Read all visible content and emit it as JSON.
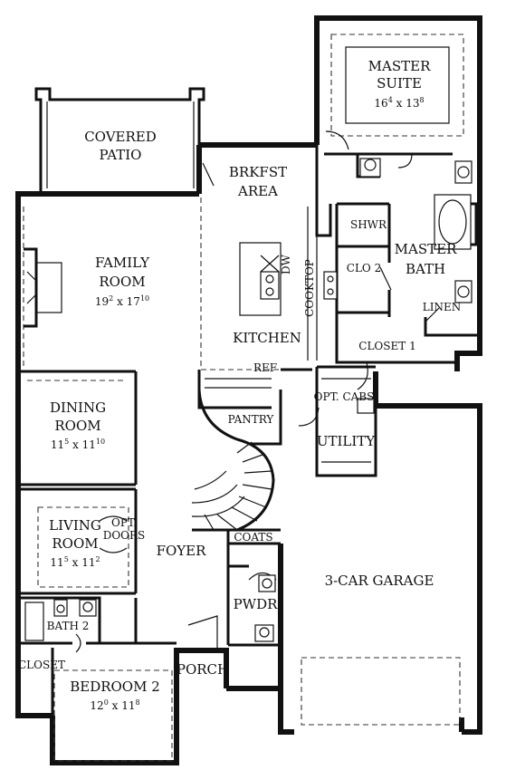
{
  "rooms": {
    "master_suite": {
      "line1": "MASTER",
      "line2": "SUITE",
      "dim_w": "16",
      "dim_w_sup": "4",
      "dim_h": "13",
      "dim_h_sup": "8"
    },
    "covered_patio": {
      "line1": "COVERED",
      "line2": "PATIO"
    },
    "brkfst_area": {
      "line1": "BRKFST",
      "line2": "AREA"
    },
    "family_room": {
      "line1": "FAMILY",
      "line2": "ROOM",
      "dim_w": "19",
      "dim_w_sup": "2",
      "dim_h": "17",
      "dim_h_sup": "10"
    },
    "kitchen": {
      "label": "KITCHEN"
    },
    "dw": {
      "label": "DW"
    },
    "cooktop": {
      "label": "COOKTOP"
    },
    "shwr": {
      "label": "SHWR"
    },
    "master_bath": {
      "line1": "MASTER",
      "line2": "BATH"
    },
    "clo2": {
      "label": "CLO 2"
    },
    "linen": {
      "label": "LINEN"
    },
    "closet1": {
      "label": "CLOSET 1"
    },
    "ref": {
      "label": "REF"
    },
    "opt_cabs": {
      "label": "OPT. CABS"
    },
    "pantry": {
      "label": "PANTRY"
    },
    "utility": {
      "label": "UTILITY"
    },
    "dining_room": {
      "line1": "DINING",
      "line2": "ROOM",
      "dim_w": "11",
      "dim_w_sup": "5",
      "dim_h": "11",
      "dim_h_sup": "10"
    },
    "living_room": {
      "line1": "LIVING",
      "line2": "ROOM",
      "dim_w": "11",
      "dim_w_sup": "5",
      "dim_h": "11",
      "dim_h_sup": "2"
    },
    "opt_doors": {
      "line1": "OPT.",
      "line2": "DOORS"
    },
    "foyer": {
      "label": "FOYER"
    },
    "coats": {
      "label": "COATS"
    },
    "garage": {
      "label": "3-CAR GARAGE"
    },
    "pwdr": {
      "label": "PWDR"
    },
    "bath2": {
      "label": "BATH 2"
    },
    "closet": {
      "label": "CLOSET"
    },
    "porch": {
      "label": "PORCH"
    },
    "bedroom2": {
      "line1": "BEDROOM 2",
      "dim_w": "12",
      "dim_w_sup": "0",
      "dim_h": "11",
      "dim_h_sup": "8"
    }
  }
}
